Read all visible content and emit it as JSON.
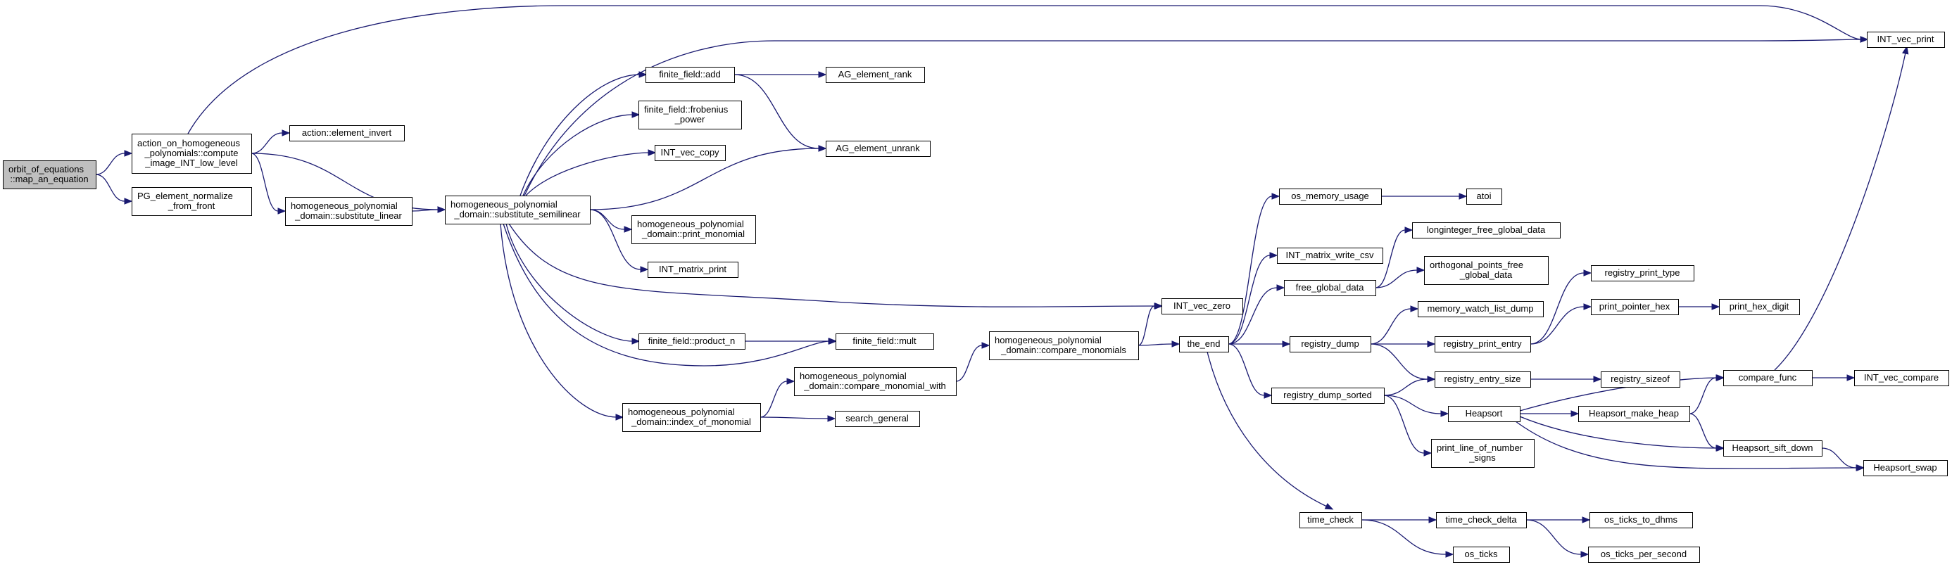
{
  "diagram": {
    "edge_color": "#191970",
    "root_fill": "#bfbfbf",
    "node_fill": "#ffffff",
    "nodes": [
      {
        "id": "root",
        "lines": [
          "orbit_of_equations",
          "::map_an_equation"
        ],
        "root": true
      },
      {
        "id": "aohp",
        "lines": [
          "action_on_homogeneous",
          "_polynomials::compute",
          "_image_INT_low_level"
        ]
      },
      {
        "id": "pgnorm",
        "lines": [
          "PG_element_normalize",
          "_from_front"
        ]
      },
      {
        "id": "actinv",
        "lines": [
          "action::element_invert"
        ]
      },
      {
        "id": "hpsublin",
        "lines": [
          "homogeneous_polynomial",
          "_domain::substitute_linear"
        ]
      },
      {
        "id": "hpsubsemi",
        "lines": [
          "homogeneous_polynomial",
          "_domain::substitute_semilinear"
        ]
      },
      {
        "id": "ffadd",
        "lines": [
          "finite_field::add"
        ]
      },
      {
        "id": "ffrob",
        "lines": [
          "finite_field::frobenius",
          "_power"
        ]
      },
      {
        "id": "intveccopy",
        "lines": [
          "INT_vec_copy"
        ]
      },
      {
        "id": "hpprintmon",
        "lines": [
          "homogeneous_polynomial",
          "_domain::print_monomial"
        ]
      },
      {
        "id": "intmatprint",
        "lines": [
          "INT_matrix_print"
        ]
      },
      {
        "id": "ffprodn",
        "lines": [
          "finite_field::product_n"
        ]
      },
      {
        "id": "ffmult",
        "lines": [
          "finite_field::mult"
        ]
      },
      {
        "id": "hpindex",
        "lines": [
          "homogeneous_polynomial",
          "_domain::index_of_monomial"
        ]
      },
      {
        "id": "hpcmpwith",
        "lines": [
          "homogeneous_polynomial",
          "_domain::compare_monomial_with"
        ]
      },
      {
        "id": "searchgen",
        "lines": [
          "search_general"
        ]
      },
      {
        "id": "agrank",
        "lines": [
          "AG_element_rank"
        ]
      },
      {
        "id": "agunrank",
        "lines": [
          "AG_element_unrank"
        ]
      },
      {
        "id": "intveczero",
        "lines": [
          "INT_vec_zero"
        ]
      },
      {
        "id": "hpcmp",
        "lines": [
          "homogeneous_polynomial",
          "_domain::compare_monomials"
        ]
      },
      {
        "id": "theend",
        "lines": [
          "the_end"
        ]
      },
      {
        "id": "osmem",
        "lines": [
          "os_memory_usage"
        ]
      },
      {
        "id": "atoi",
        "lines": [
          "atoi"
        ]
      },
      {
        "id": "intmatcsv",
        "lines": [
          "INT_matrix_write_csv"
        ]
      },
      {
        "id": "freeglob",
        "lines": [
          "free_global_data"
        ]
      },
      {
        "id": "longint",
        "lines": [
          "longinteger_free_global_data"
        ]
      },
      {
        "id": "orthpts",
        "lines": [
          "orthogonal_points_free",
          "_global_data"
        ]
      },
      {
        "id": "regdump",
        "lines": [
          "registry_dump"
        ]
      },
      {
        "id": "memwatch",
        "lines": [
          "memory_watch_list_dump"
        ]
      },
      {
        "id": "regprintentry",
        "lines": [
          "registry_print_entry"
        ]
      },
      {
        "id": "regprinttype",
        "lines": [
          "registry_print_type"
        ]
      },
      {
        "id": "printptrhex",
        "lines": [
          "print_pointer_hex"
        ]
      },
      {
        "id": "printhexdigit",
        "lines": [
          "print_hex_digit"
        ]
      },
      {
        "id": "regentrysize",
        "lines": [
          "registry_entry_size"
        ]
      },
      {
        "id": "regsizeof",
        "lines": [
          "registry_sizeof"
        ]
      },
      {
        "id": "regdumpsorted",
        "lines": [
          "registry_dump_sorted"
        ]
      },
      {
        "id": "heapsort",
        "lines": [
          "Heapsort"
        ]
      },
      {
        "id": "printline",
        "lines": [
          "print_line_of_number",
          "_signs"
        ]
      },
      {
        "id": "heapmake",
        "lines": [
          "Heapsort_make_heap"
        ]
      },
      {
        "id": "heapsift",
        "lines": [
          "Heapsort_sift_down"
        ]
      },
      {
        "id": "heapswap",
        "lines": [
          "Heapsort_swap"
        ]
      },
      {
        "id": "cmpfunc",
        "lines": [
          "compare_func"
        ]
      },
      {
        "id": "intveccmp",
        "lines": [
          "INT_vec_compare"
        ]
      },
      {
        "id": "intvecprint",
        "lines": [
          "INT_vec_print"
        ]
      },
      {
        "id": "timecheck",
        "lines": [
          "time_check"
        ]
      },
      {
        "id": "timecheckdelta",
        "lines": [
          "time_check_delta"
        ]
      },
      {
        "id": "osticksdhms",
        "lines": [
          "os_ticks_to_dhms"
        ]
      },
      {
        "id": "osticks",
        "lines": [
          "os_ticks"
        ]
      },
      {
        "id": "osticksps",
        "lines": [
          "os_ticks_per_second"
        ]
      }
    ],
    "edges": [
      {
        "from": "root",
        "to": "aohp"
      },
      {
        "from": "root",
        "to": "pgnorm"
      },
      {
        "from": "aohp",
        "to": "intvecprint"
      },
      {
        "from": "aohp",
        "to": "actinv"
      },
      {
        "from": "aohp",
        "to": "hpsubsemi"
      },
      {
        "from": "aohp",
        "to": "hpsublin"
      },
      {
        "from": "hpsublin",
        "to": "hpsubsemi"
      },
      {
        "from": "hpsubsemi",
        "to": "intvecprint"
      },
      {
        "from": "hpsubsemi",
        "to": "ffadd"
      },
      {
        "from": "hpsubsemi",
        "to": "ffrob"
      },
      {
        "from": "hpsubsemi",
        "to": "intveccopy"
      },
      {
        "from": "hpsubsemi",
        "to": "agunrank"
      },
      {
        "from": "hpsubsemi",
        "to": "hpprintmon"
      },
      {
        "from": "hpsubsemi",
        "to": "intmatprint"
      },
      {
        "from": "hpsubsemi",
        "to": "intveczero"
      },
      {
        "from": "hpsubsemi",
        "to": "ffprodn"
      },
      {
        "from": "hpsubsemi",
        "to": "ffmult"
      },
      {
        "from": "hpsubsemi",
        "to": "hpindex"
      },
      {
        "from": "ffadd",
        "to": "agrank"
      },
      {
        "from": "ffadd",
        "to": "agunrank"
      },
      {
        "from": "ffprodn",
        "to": "ffmult"
      },
      {
        "from": "hpindex",
        "to": "hpcmpwith"
      },
      {
        "from": "hpindex",
        "to": "searchgen"
      },
      {
        "from": "hpcmpwith",
        "to": "hpcmp"
      },
      {
        "from": "hpcmp",
        "to": "intveczero"
      },
      {
        "from": "hpcmp",
        "to": "theend"
      },
      {
        "from": "theend",
        "to": "osmem"
      },
      {
        "from": "theend",
        "to": "intmatcsv"
      },
      {
        "from": "theend",
        "to": "freeglob"
      },
      {
        "from": "theend",
        "to": "regdump"
      },
      {
        "from": "theend",
        "to": "regdumpsorted"
      },
      {
        "from": "theend",
        "to": "timecheck"
      },
      {
        "from": "osmem",
        "to": "atoi"
      },
      {
        "from": "freeglob",
        "to": "longint"
      },
      {
        "from": "freeglob",
        "to": "orthpts"
      },
      {
        "from": "regdump",
        "to": "memwatch"
      },
      {
        "from": "regdump",
        "to": "regprintentry"
      },
      {
        "from": "regdump",
        "to": "regentrysize"
      },
      {
        "from": "regprintentry",
        "to": "regprinttype"
      },
      {
        "from": "regprintentry",
        "to": "printptrhex"
      },
      {
        "from": "printptrhex",
        "to": "printhexdigit"
      },
      {
        "from": "regentrysize",
        "to": "regsizeof"
      },
      {
        "from": "regdumpsorted",
        "to": "regentrysize"
      },
      {
        "from": "regdumpsorted",
        "to": "heapsort"
      },
      {
        "from": "regdumpsorted",
        "to": "printline"
      },
      {
        "from": "heapsort",
        "to": "cmpfunc"
      },
      {
        "from": "heapsort",
        "to": "heapmake"
      },
      {
        "from": "heapsort",
        "to": "heapsift"
      },
      {
        "from": "heapsort",
        "to": "heapswap"
      },
      {
        "from": "heapmake",
        "to": "cmpfunc"
      },
      {
        "from": "heapmake",
        "to": "heapsift"
      },
      {
        "from": "heapsift",
        "to": "heapswap"
      },
      {
        "from": "cmpfunc",
        "to": "intveccmp"
      },
      {
        "from": "cmpfunc",
        "to": "intvecprint"
      },
      {
        "from": "timecheck",
        "to": "timecheckdelta"
      },
      {
        "from": "timecheck",
        "to": "osticks"
      },
      {
        "from": "timecheckdelta",
        "to": "osticksdhms"
      },
      {
        "from": "timecheckdelta",
        "to": "osticksps"
      }
    ]
  }
}
